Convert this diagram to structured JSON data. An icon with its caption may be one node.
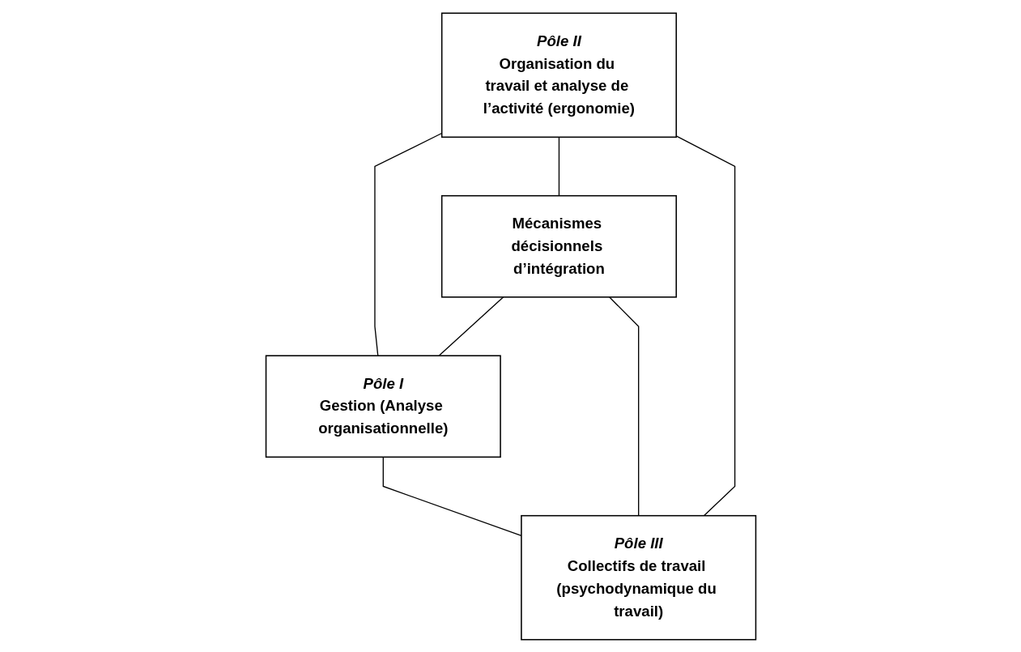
{
  "diagram": {
    "nodes": [
      {
        "text": [
          "Pôle II",
          "Organisation du travail et analyse de l’activité (ergonomie)"
        ]
      },
      {
        "text": [
          "Mécanismes décisionnels d’intégration"
        ]
      },
      {
        "text": [
          "Pôle I",
          "Gestion (Analyse organisationnelle)"
        ]
      },
      {
        "text": [
          "Pôle III",
          "Collectifs de travail (psychodynamique du travail)"
        ]
      }
    ],
    "edges": [
      {
        "from": 0,
        "to": 2,
        "arrow": "none"
      },
      {
        "from": 0,
        "to": 1,
        "arrow": "none"
      },
      {
        "from": 0,
        "to": 3,
        "arrow": "none"
      },
      {
        "from": 1,
        "to": 2,
        "arrow": "none"
      },
      {
        "from": 1,
        "to": 3,
        "arrow": "none"
      },
      {
        "from": 2,
        "to": 3,
        "arrow": "none"
      }
    ]
  }
}
